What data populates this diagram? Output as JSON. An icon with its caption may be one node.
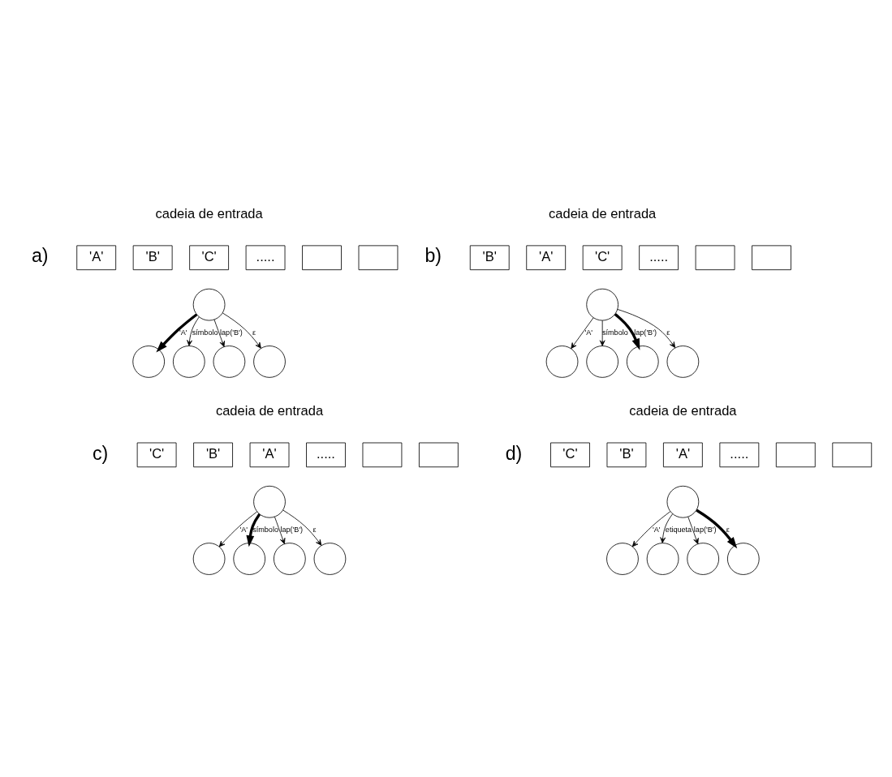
{
  "diagram": {
    "nodes": [
      {
        "text": [
          "'A'"
        ]
      },
      {
        "text": [
          "'B'"
        ]
      },
      {
        "text": [
          "'C'"
        ]
      },
      {
        "text": [
          "....."
        ]
      },
      {
        "text": [],
        "shape": "box"
      },
      {
        "text": [],
        "shape": "box"
      },
      {
        "text": [],
        "shape": "circle"
      },
      {
        "text": [],
        "shape": "circle"
      },
      {
        "text": [],
        "shape": "circle"
      },
      {
        "text": [],
        "shape": "circle"
      },
      {
        "text": [],
        "shape": "circle"
      },
      {
        "text": [
          "'B'"
        ]
      },
      {
        "text": [
          "'A'"
        ]
      },
      {
        "text": [
          "'C'"
        ]
      },
      {
        "text": [
          "....."
        ]
      },
      {
        "text": [],
        "shape": "box"
      },
      {
        "text": [],
        "shape": "box"
      },
      {
        "text": [],
        "shape": "circle"
      },
      {
        "text": [],
        "shape": "circle"
      },
      {
        "text": [],
        "shape": "circle"
      },
      {
        "text": [],
        "shape": "circle"
      },
      {
        "text": [],
        "shape": "circle"
      },
      {
        "text": [
          "'C'"
        ]
      },
      {
        "text": [
          "'B'"
        ]
      },
      {
        "text": [
          "'A'"
        ]
      },
      {
        "text": [
          "....."
        ]
      },
      {
        "text": [],
        "shape": "box"
      },
      {
        "text": [],
        "shape": "box"
      },
      {
        "text": [],
        "shape": "circle"
      },
      {
        "text": [],
        "shape": "circle"
      },
      {
        "text": [],
        "shape": "circle"
      },
      {
        "text": [],
        "shape": "circle"
      },
      {
        "text": [],
        "shape": "circle"
      },
      {
        "text": [
          "'C'"
        ]
      },
      {
        "text": [
          "'B'"
        ]
      },
      {
        "text": [
          "'A'"
        ]
      },
      {
        "text": [
          "....."
        ]
      },
      {
        "text": [],
        "shape": "box"
      },
      {
        "text": [],
        "shape": "box"
      },
      {
        "text": [],
        "shape": "circle"
      },
      {
        "text": [],
        "shape": "circle"
      },
      {
        "text": [],
        "shape": "circle"
      },
      {
        "text": [],
        "shape": "circle"
      },
      {
        "text": [],
        "shape": "circle"
      }
    ],
    "edges": [
      {
        "from": 8,
        "to": 6,
        "arrow": "to",
        "label": "'A'",
        "style": "thick"
      },
      {
        "from": 8,
        "to": 7,
        "arrow": "to",
        "label": "símbolo"
      },
      {
        "from": 8,
        "to": 9,
        "arrow": "to",
        "label": "lap('B')"
      },
      {
        "from": 8,
        "to": 10,
        "arrow": "to",
        "label": "ε"
      },
      {
        "from": 19,
        "to": 17,
        "arrow": "to",
        "label": "'A'"
      },
      {
        "from": 19,
        "to": 18,
        "arrow": "to",
        "label": "símbolo"
      },
      {
        "from": 19,
        "to": 20,
        "arrow": "to",
        "label": "lap('B')",
        "style": "thick"
      },
      {
        "from": 19,
        "to": 21,
        "arrow": "to",
        "label": "ε"
      },
      {
        "from": 30,
        "to": 28,
        "arrow": "to",
        "label": "'A'"
      },
      {
        "from": 30,
        "to": 29,
        "arrow": "to",
        "label": "símbolo",
        "style": "thick"
      },
      {
        "from": 30,
        "to": 31,
        "arrow": "to",
        "label": "lap('B')"
      },
      {
        "from": 30,
        "to": 32,
        "arrow": "to",
        "label": "ε"
      },
      {
        "from": 41,
        "to": 39,
        "arrow": "to",
        "label": "'A'"
      },
      {
        "from": 41,
        "to": 40,
        "arrow": "to",
        "label": "etiqueta"
      },
      {
        "from": 41,
        "to": 42,
        "arrow": "to",
        "label": "lap('B')"
      },
      {
        "from": 41,
        "to": 43,
        "arrow": "to",
        "label": "ε",
        "style": "thick"
      }
    ],
    "labels": [
      "cadeia de entrada",
      "a)",
      "cadeia de entrada",
      "b)",
      "cadeia de entrada",
      "c)",
      "cadeia de entrada",
      "d)"
    ]
  }
}
